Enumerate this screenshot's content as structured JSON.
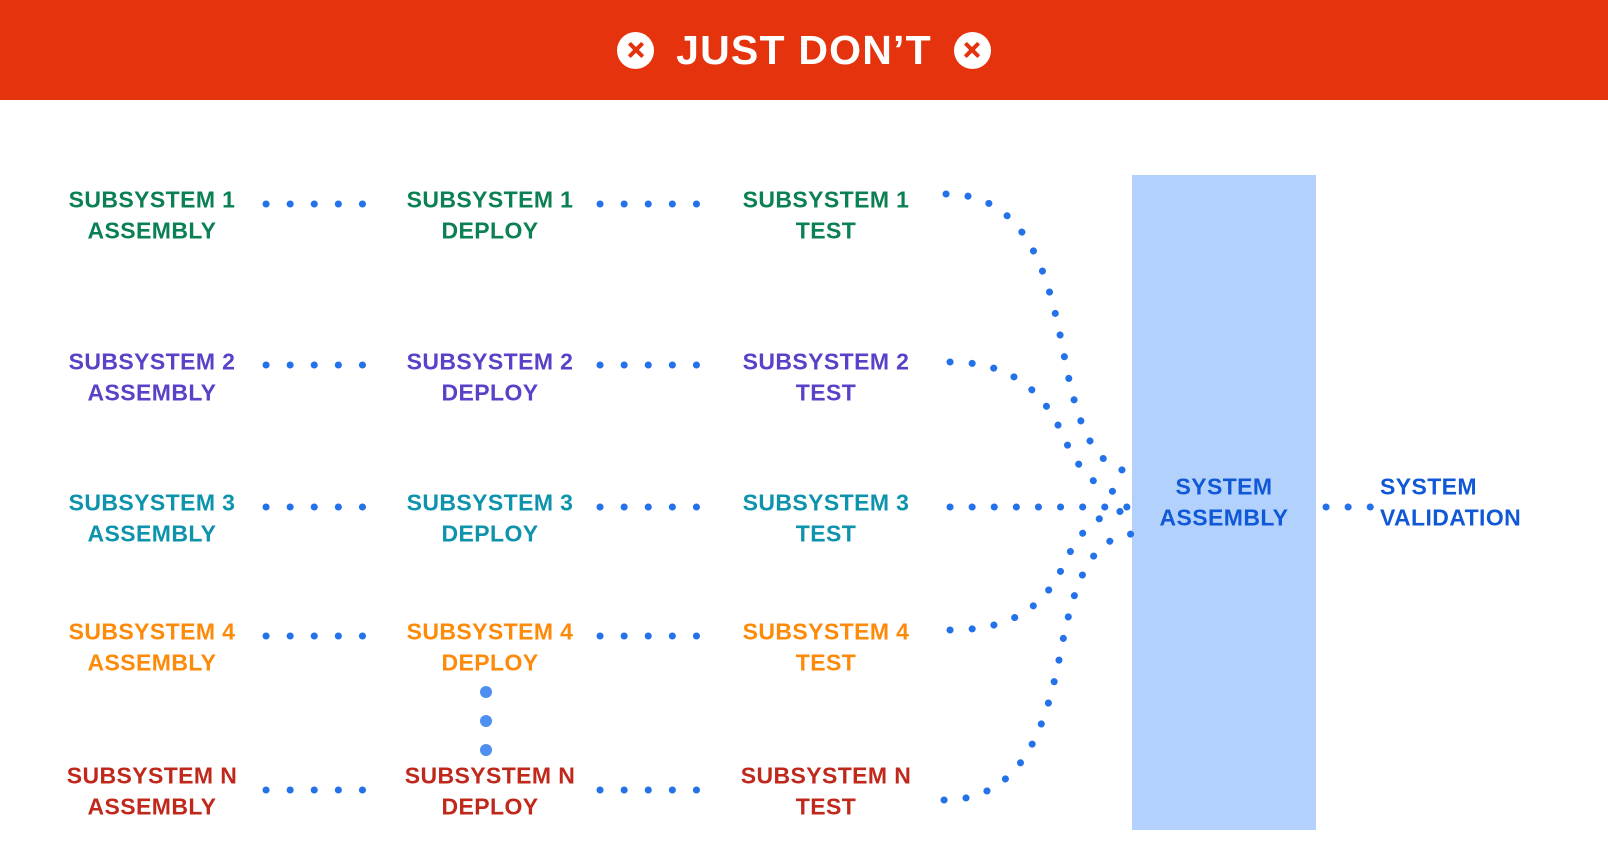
{
  "banner": {
    "title": "JUST DON’T",
    "left_icon": "circle-x-icon",
    "right_icon": "circle-x-icon",
    "background_color": "#e5330d",
    "text_color": "#ffffff"
  },
  "diagram": {
    "type": "pipeline-flow",
    "connector_color": "#2372ea",
    "columns": [
      "ASSEMBLY",
      "DEPLOY",
      "TEST"
    ],
    "rows": [
      {
        "id": "subsystem-1",
        "color": "#0b8053",
        "assembly": "SUBSYSTEM 1\nASSEMBLY",
        "deploy": "SUBSYSTEM 1\nDEPLOY",
        "test": "SUBSYSTEM 1\nTEST"
      },
      {
        "id": "subsystem-2",
        "color": "#5b41c8",
        "assembly": "SUBSYSTEM 2\nASSEMBLY",
        "deploy": "SUBSYSTEM 2\nDEPLOY",
        "test": "SUBSYSTEM 2\nTEST"
      },
      {
        "id": "subsystem-3",
        "color": "#0e93ad",
        "assembly": "SUBSYSTEM 3\nASSEMBLY",
        "deploy": "SUBSYSTEM 3\nDEPLOY",
        "test": "SUBSYSTEM 3\nTEST"
      },
      {
        "id": "subsystem-4",
        "color": "#fd8a08",
        "assembly": "SUBSYSTEM 4\nASSEMBLY",
        "deploy": "SUBSYSTEM 4\nDEPLOY",
        "test": "SUBSYSTEM 4\nTEST"
      },
      {
        "id": "subsystem-n",
        "color": "#c0281c",
        "assembly": "SUBSYSTEM N\nASSEMBLY",
        "deploy": "SUBSYSTEM N\nDEPLOY",
        "test": "SUBSYSTEM N\nTEST"
      }
    ],
    "ellipsis": {
      "label": "vertical-ellipsis",
      "dot_count": 3,
      "color": "#4f8ff0"
    },
    "system_assembly": {
      "label": "SYSTEM\nASSEMBLY",
      "text_color": "#1058d6",
      "box_color": "#b2d2fd"
    },
    "system_validation": {
      "label": "SYSTEM\nVALIDATION",
      "text_color": "#1058d6"
    }
  }
}
